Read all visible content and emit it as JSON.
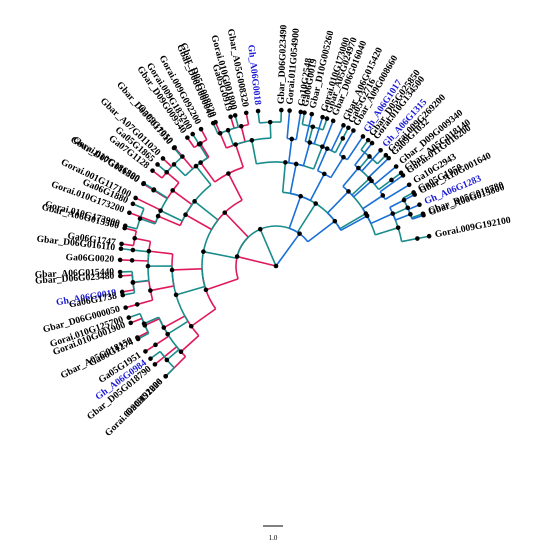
{
  "tree": {
    "colors": {
      "red_clade": "#e0195a",
      "blue_clade": "#1a6fd6",
      "teal_clade": "#1a8c8c",
      "label_default": "#000000",
      "label_highlight": "#1a1ad6",
      "node": "#000000"
    },
    "scale_bar_label": "1.0",
    "clades": [
      {
        "clade": "red",
        "leaves": [
          {
            "label": "Gbar_A05G008320",
            "highlight": false
          },
          {
            "label": "Ga05G0919",
            "highlight": false
          },
          {
            "label": "Gbar_D05G008820",
            "highlight": false
          },
          {
            "label": "Gorai.009G092200",
            "highlight": false
          },
          {
            "label": "Gbar_D09G009540",
            "highlight": false
          },
          {
            "label": "Ga09G1050",
            "highlight": false
          },
          {
            "label": "Gbar_A07G011020",
            "highlight": false
          },
          {
            "label": "Ga07G1128",
            "highlight": false
          },
          {
            "label": "Gbar_D07G011380",
            "highlight": false
          },
          {
            "label": "Gorai.001G117100",
            "highlight": false
          },
          {
            "label": "Gorai.010G173200",
            "highlight": false
          },
          {
            "label": "Gbar_A06G015500",
            "highlight": false
          },
          {
            "label": "Ga06G1747",
            "highlight": false
          },
          {
            "label": "Ga06G0020",
            "highlight": false
          },
          {
            "label": "Gbar_D06G023480",
            "highlight": false
          },
          {
            "label": "Gh_A06G0019",
            "highlight": true
          },
          {
            "label": "Gbar_D06G000050",
            "highlight": false
          },
          {
            "label": "Gorai.010G001900",
            "highlight": false
          },
          {
            "label": "Gbar_A05G018150",
            "highlight": false
          },
          {
            "label": "Ga05G1951",
            "highlight": false
          },
          {
            "label": "Gbar_D05G018790",
            "highlight": false
          },
          {
            "label": "Gorai.009G192200",
            "highlight": false
          }
        ]
      },
      {
        "clade": "teal",
        "leaves": [
          {
            "label": "Ga09G1026",
            "highlight": false
          },
          {
            "label": "Gh_A06G0984",
            "highlight": true
          },
          {
            "label": "Ga06G1274",
            "highlight": false
          },
          {
            "label": "Gorai.010G125700",
            "highlight": false
          },
          {
            "label": "Ga06G1738",
            "highlight": false
          },
          {
            "label": "Gbar_A06G015440",
            "highlight": false
          },
          {
            "label": "Gbar_D06G016110",
            "highlight": false
          },
          {
            "label": "Gorai.010G173900",
            "highlight": false
          },
          {
            "label": "Ga06G1880",
            "highlight": false
          },
          {
            "label": "Gorai.010G186800",
            "highlight": false
          },
          {
            "label": "Ga05G1865",
            "highlight": false
          },
          {
            "label": "Gbar_D05G017910",
            "highlight": false
          },
          {
            "label": "Gorai.009G183200",
            "highlight": false
          },
          {
            "label": "Gbar_D06G000040",
            "highlight": false
          },
          {
            "label": "Gorai.010G001800",
            "highlight": false
          },
          {
            "label": "Gh_A06G0018",
            "highlight": true
          },
          {
            "label": "Gbar_D06G023490",
            "highlight": false
          },
          {
            "label": "Ga06G0019",
            "highlight": false
          },
          {
            "label": "Gbar_A05G024970",
            "highlight": false
          },
          {
            "label": "Ga05G2716",
            "highlight": false
          },
          {
            "label": "Gbar_D05G025850",
            "highlight": false
          },
          {
            "label": "Gorai.009G269200",
            "highlight": false
          },
          {
            "label": "Gbar_A05G018140",
            "highlight": false
          },
          {
            "label": "Ga05G1950",
            "highlight": false
          },
          {
            "label": "Gbar_D05G018780",
            "highlight": false
          },
          {
            "label": "Gorai.009G192100",
            "highlight": false
          }
        ]
      },
      {
        "clade": "blue",
        "leaves": [
          {
            "label": "Gbar_A06G015800",
            "highlight": false
          },
          {
            "label": "Gh_A06G1283",
            "highlight": true
          },
          {
            "label": "Gbar_A10G001640",
            "highlight": false
          },
          {
            "label": "Ga10G2943",
            "highlight": false
          },
          {
            "label": "Gorai.011G016200",
            "highlight": false
          },
          {
            "label": "Gbar_D09G009340",
            "highlight": false
          },
          {
            "label": "Ga09G1032",
            "highlight": false
          },
          {
            "label": "Gh_A06G1315",
            "highlight": true
          },
          {
            "label": "Gorai.010G134500",
            "highlight": false
          },
          {
            "label": "Gh_A06G1017",
            "highlight": true
          },
          {
            "label": "Gbar_A09G008660",
            "highlight": false
          },
          {
            "label": "Gbar_A06G015420",
            "highlight": false
          },
          {
            "label": "Gbar_D06G016040",
            "highlight": false
          },
          {
            "label": "Gorai.010G173000",
            "highlight": false
          },
          {
            "label": "Gbar_D10G005260",
            "highlight": false
          },
          {
            "label": "Ga10G2548",
            "highlight": false
          },
          {
            "label": "Gorai.011G054900",
            "highlight": false
          }
        ]
      }
    ]
  }
}
